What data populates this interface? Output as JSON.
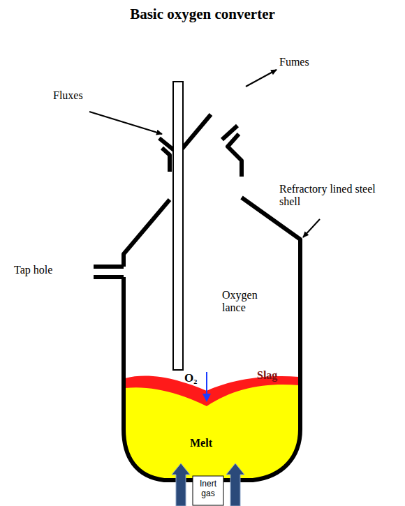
{
  "diagram": {
    "title": "Basic oxygen converter",
    "labels": [
      "Fluxes",
      "Fumes",
      "Refractory lined steel shell",
      "Tap hole",
      "Oxygen lance",
      "O₂",
      "Slag",
      "Melt",
      "Inert gas"
    ]
  }
}
